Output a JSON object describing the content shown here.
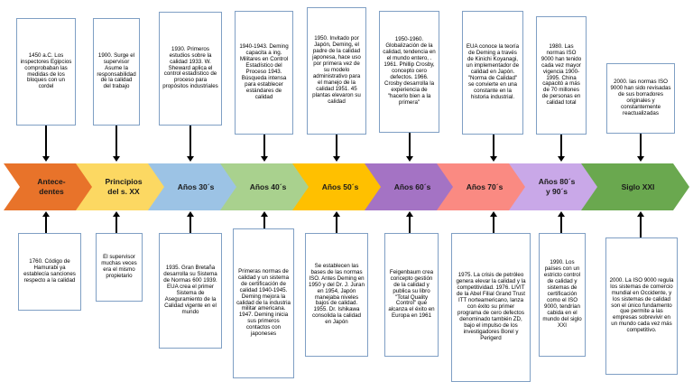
{
  "diagram": {
    "title": "Linea del tiempo - Historia de la Calidad",
    "type": "timeline-chevron",
    "background": "#ffffff",
    "box_border_color": "#7f9fc4",
    "connector_color": "#000000"
  },
  "phases": [
    {
      "id": "antecedentes",
      "label": "Antece-\ndentes",
      "color": "#e8732a",
      "border": "#d2611c"
    },
    {
      "id": "principios-s-xx",
      "label": "Principios\ndel s. XX",
      "color": "#fcd862",
      "border": "#e8c23f"
    },
    {
      "id": "anios-30",
      "label": "Años 30´s",
      "color": "#9cc3e5",
      "border": "#7aa9d4"
    },
    {
      "id": "anios-40",
      "label": "Años 40´s",
      "color": "#a9d18e",
      "border": "#8cbb6d"
    },
    {
      "id": "anios-50",
      "label": "Años 50´s",
      "color": "#ffc000",
      "border": "#e0a800"
    },
    {
      "id": "anios-60",
      "label": "Años 60´s",
      "color": "#a473c4",
      "border": "#8b5bb0"
    },
    {
      "id": "anios-70",
      "label": "Años 70´s",
      "color": "#fa8a82",
      "border": "#e8736b"
    },
    {
      "id": "anios-80-90",
      "label": "Años 80´s\ny 90´s",
      "color": "#c9a8e8",
      "border": "#b28fd6"
    },
    {
      "id": "siglo-xxi",
      "label": "Siglo XXI",
      "color": "#6aa84f",
      "border": "#558b3c"
    }
  ],
  "top_boxes": [
    {
      "id": "top-antecedentes",
      "text": "1450 a.C. Los inspectores Egipcios comprobaban las medidas de los bloques con un cordel"
    },
    {
      "id": "top-principios",
      "text": "1900. Surge el supervisor Asume la responsabilidad de la calidad del trabajo"
    },
    {
      "id": "top-anios-30",
      "text": "1930. Primeros estudios sobre la calidad 1933. W. Sheward aplica el control estadístico de proceso para propósitos industriales"
    },
    {
      "id": "top-anios-40",
      "text": "1940-1943. Deming capacita a ing. Militares en Control Estadístico del Proceso 1943. Búsqueda intensa para establecer estándares de calidad"
    },
    {
      "id": "top-anios-50",
      "text": "1950. Invitado por Japón, Deming, el padre de la calidad japonesa, hace uso por primera vez de su modelo administrativo para el manejo de la calidad 1951. 45 plantas elevaron su calidad"
    },
    {
      "id": "top-anios-60",
      "text": "1950-1960. Globalización de la calidad, tendencia en el mundo entero, . 1961. Phillip Crosby, concepto cero defectos. 1966. Crosby desarrolla la experiencia de \"hacerlo bien a la primera\""
    },
    {
      "id": "top-anios-70",
      "text": "EUA conoce la teoría de Deming a través de Kinichi Koyanagi, un implementador de calidad en Japón. \"Norma de Calidad\" se convierte en una constante en la historia industrial."
    },
    {
      "id": "top-anios-80-90",
      "text": "1980. Las normas ISO 9000 han tenido cada vez mayor vigencia 1900-1995. China capacitó a más de 70 millones de personas en calidad total"
    },
    {
      "id": "top-siglo-xxi",
      "text": "2000. las normas ISO 9000 han sido revisadas de sus borradores originales y constantemente reactualizadas"
    }
  ],
  "bottom_boxes": [
    {
      "id": "bottom-antecedentes",
      "text": "1760. Código de Hamurabi ya establecía sanciones respecto a la calidad"
    },
    {
      "id": "bottom-principios",
      "text": "El supervisor muchas veces era el mismo propietario"
    },
    {
      "id": "bottom-anios-30",
      "text": "1935. Gran Bretaña desarrolla su Sistema de Normas 600 1939. EUA crea el primer Sistema de Aseguramiento de la Calidad vigente en el mundo"
    },
    {
      "id": "bottom-anios-40",
      "text": "Primeras normas de calidad y un sistema de certificación de calidad 1940-1945. Deming mejora la calidad de la industria militar americana. 1947. Deming inicia sus primeros contactos con japoneses"
    },
    {
      "id": "bottom-anios-50",
      "text": "Se establecen las bases de las normas ISO. Antes Deming en 1950 y del Dr. J. Juran en 1954, Japón manejaba niveles bajos de calidad. 1955. Dr. Ishikawa consolida la calidad en Japón"
    },
    {
      "id": "bottom-anios-60",
      "text": "Feigenbaum crea concepto gestión de la calidad y publica su libro \"Total Quality Control\" que alcanza el éxito en Europa en 1961"
    },
    {
      "id": "bottom-anios-70",
      "text": "1975. La crisis de petróleo genera elevar la calidad y la competitividad. 1976. LIVIT de la Abel Filial Grand Trust ITT norteamericano, lanza con éxito su primer programa de cero defectos denominado también ZD, bajo el impulso de los investigadores Borel y Perigerd"
    },
    {
      "id": "bottom-anios-80-90",
      "text": "1990. Los países con un estricto control de calidad y sistemas de certificación como el ISO 9000, tendrían cabida en el mundo del siglo XXI"
    },
    {
      "id": "bottom-siglo-xxi",
      "text": "2000. La ISO 9000 regula los sistemas de comercio mundial en Occidente, y los sistemas de calidad son el único fundamento que permite a las empresas sobrevivir en un mundo cada vez más competitivo."
    }
  ]
}
